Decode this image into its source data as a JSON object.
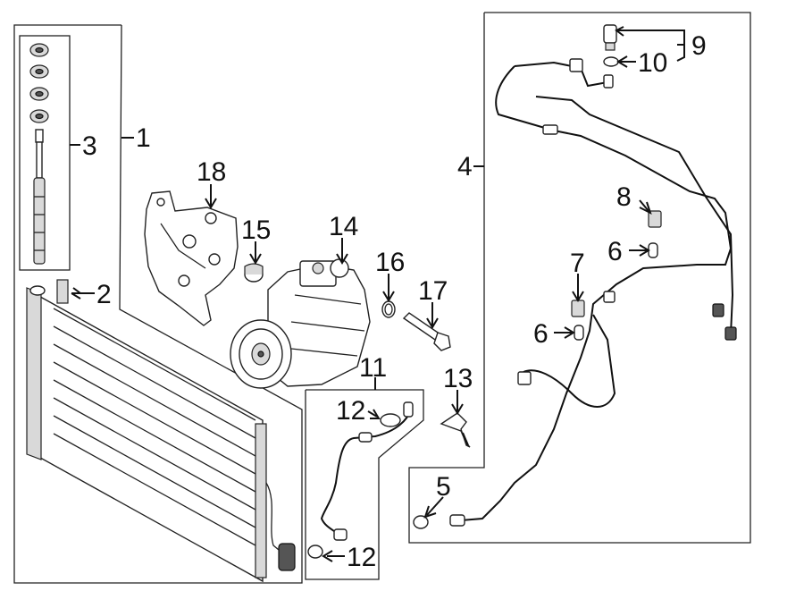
{
  "callouts": {
    "c1": "1",
    "c2": "2",
    "c3": "3",
    "c4": "4",
    "c5": "5",
    "c6a": "6",
    "c6b": "6",
    "c7": "7",
    "c8": "8",
    "c9": "9",
    "c10": "10",
    "c11": "11",
    "c12a": "12",
    "c12b": "12",
    "c13": "13",
    "c14": "14",
    "c15": "15",
    "c16": "16",
    "c17": "17",
    "c18": "18"
  },
  "icons": [
    "condenser-icon",
    "receiver-drier-kit-icon",
    "compressor-icon",
    "bracket-icon",
    "ac-line-icon",
    "pressure-switch-icon",
    "o-ring-icon",
    "bolt-icon"
  ]
}
